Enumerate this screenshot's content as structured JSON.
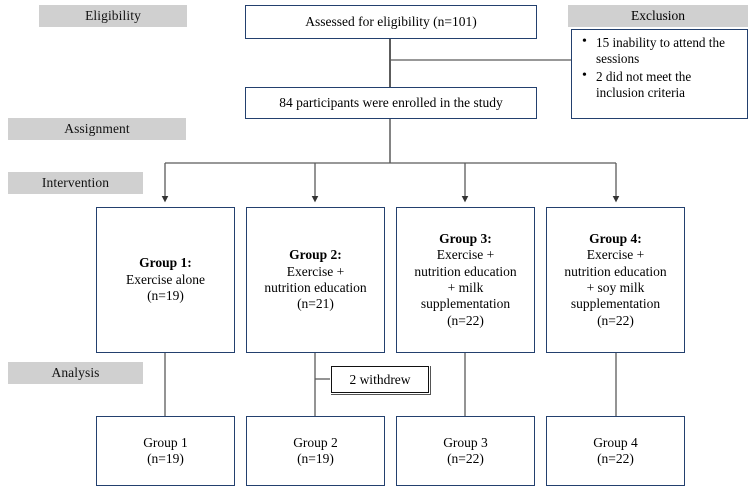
{
  "figure": {
    "type": "consort-flow-diagram",
    "colors": {
      "box_border": "#23406e",
      "stage_chip_bg": "#d0d0d0",
      "connector": "#5a5a5a",
      "withdrew_border": "#111111",
      "background": "#ffffff"
    }
  },
  "stage_labels": {
    "eligibility": "Eligibility",
    "assignment": "Assignment",
    "intervention": "Intervention",
    "analysis": "Analysis"
  },
  "enrollment": {
    "assessed": "Assessed for eligibility (n=101)",
    "enrolled": "84 participants were enrolled in the study"
  },
  "exclusion": {
    "header": "Exclusion",
    "bullet_glyph": "•",
    "items": [
      "15 inability to attend the sessions",
      "2 did not meet the inclusion criteria"
    ]
  },
  "intervention_groups": [
    {
      "title": "Group 1:",
      "lines": [
        "Exercise alone",
        "(n=19)"
      ]
    },
    {
      "title": "Group 2:",
      "lines": [
        "Exercise +",
        "nutrition education",
        "(n=21)"
      ]
    },
    {
      "title": "Group 3:",
      "lines": [
        "Exercise +",
        "nutrition education",
        "+ milk",
        "supplementation",
        "(n=22)"
      ]
    },
    {
      "title": "Group 4:",
      "lines": [
        "Exercise +",
        "nutrition education",
        "+ soy milk",
        "supplementation",
        "(n=22)"
      ]
    }
  ],
  "withdrawal": {
    "label": "2 withdrew"
  },
  "analysis_groups": [
    {
      "name": "Group 1",
      "n": "(n=19)"
    },
    {
      "name": "Group 2",
      "n": "(n=19)"
    },
    {
      "name": "Group 3",
      "n": "(n=22)"
    },
    {
      "name": "Group 4",
      "n": "(n=22)"
    }
  ]
}
